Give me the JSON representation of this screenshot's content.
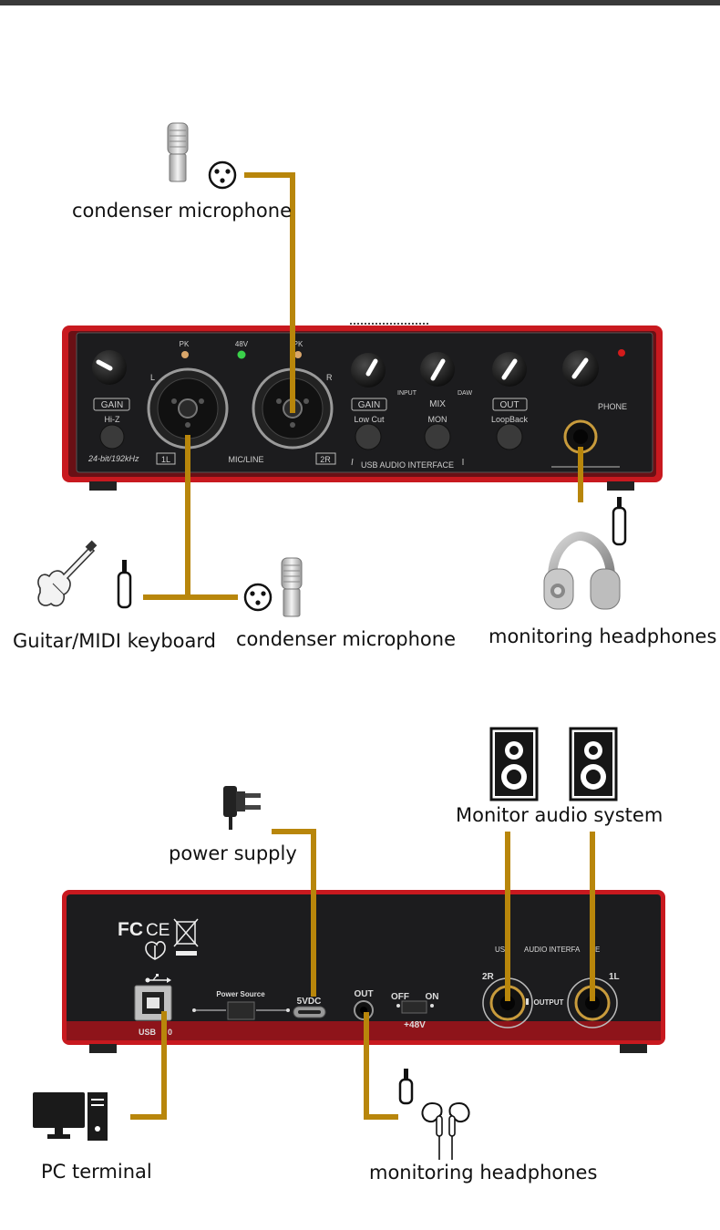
{
  "colors": {
    "cable": "#b8860b",
    "chassis_red": "#c8191f",
    "panel_black": "#1c1c1e",
    "label_white": "#d8d8d8"
  },
  "front": {
    "labels": {
      "top_mic": "condenser microphone",
      "guitar": "Guitar/MIDI keyboard",
      "bottom_mic": "condenser microphone",
      "headphones": "monitoring headphones"
    },
    "panel": {
      "pk_left": "PK",
      "v48": "48V",
      "pk_right": "PK",
      "gain_left": "GAIN",
      "hiz": "Hi-Z",
      "ch_l": "L",
      "ch_r": "R",
      "bitrate": "24-bit/192kHz",
      "badge_1l": "1L",
      "mic_line": "MIC/LINE",
      "badge_2r": "2R",
      "gain_right": "GAIN",
      "lowcut": "Low Cut",
      "input": "INPUT",
      "mix": "MIX",
      "daw": "DAW",
      "mon": "MON",
      "out": "OUT",
      "loopback": "LoopBack",
      "phone": "PHONE",
      "usb_interface": "USB AUDIO INTERFACE"
    },
    "icons": [
      "condenser-mic-icon",
      "xlr-connector-icon",
      "electric-guitar-icon",
      "jack-plug-icon",
      "over-ear-headphones-icon"
    ]
  },
  "rear": {
    "labels": {
      "power": "power supply",
      "monitors": "Monitor audio system",
      "pc": "PC terminal",
      "headphones": "monitoring headphones"
    },
    "panel": {
      "fc": "FC",
      "ce": "CE",
      "usb": "USB",
      "usb_tail": "0",
      "power_source": "Power Source",
      "vdc": "5VDC",
      "out": "OUT",
      "off": "OFF",
      "on": "ON",
      "v48": "+48V",
      "usb_interface_a": "US",
      "usb_interface_b": "AUDIO INTERFA",
      "usb_interface_c": "E",
      "ch_2r": "2R",
      "ch_1l": "1L",
      "output": "OUTPUT"
    },
    "icons": [
      "power-plug-icon",
      "speaker-icon",
      "pc-icon",
      "jack-plug-icon",
      "earbuds-icon"
    ]
  }
}
